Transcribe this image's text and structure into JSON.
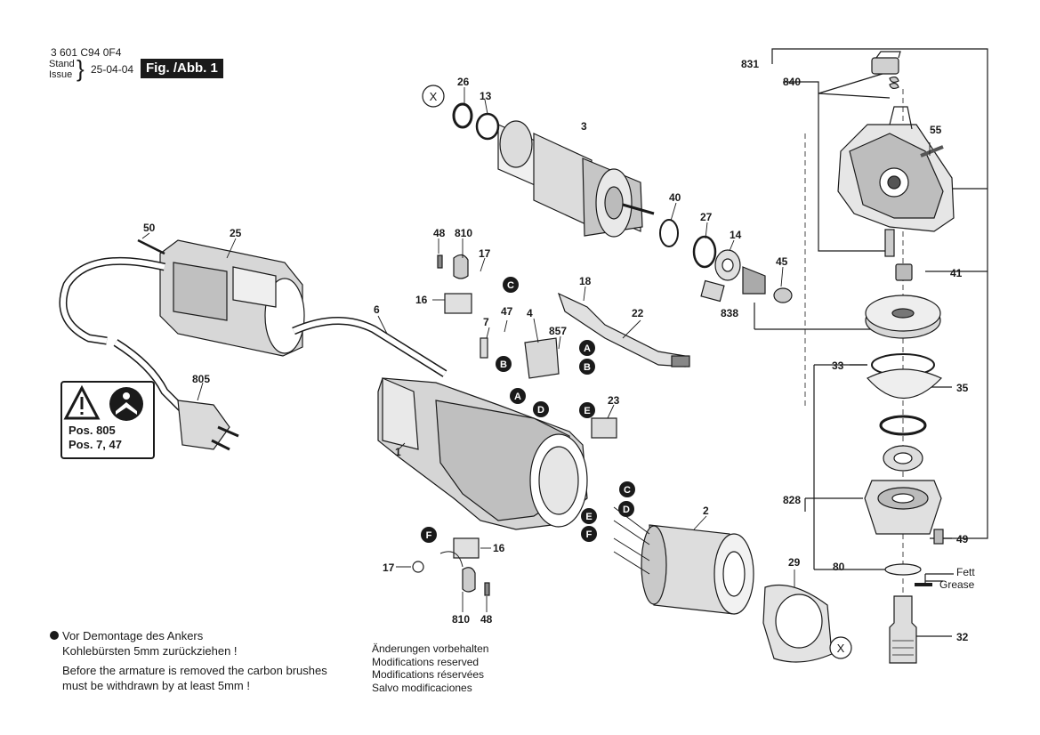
{
  "header": {
    "doc_number": "3 601 C94 0F4",
    "stand_label": "Stand",
    "issue_label": "Issue",
    "date": "25-04-04",
    "figure_label": "Fig. /Abb. 1"
  },
  "warning_box": {
    "line1": "Pos. 805",
    "line2": "Pos. 7, 47"
  },
  "notes": {
    "de_line1": "Vor Demontage des Ankers",
    "de_line2": "Kohlebürsten 5mm zurückziehen !",
    "en_line1": "Before the armature is removed the carbon brushes",
    "en_line2": "must be withdrawn by at least 5mm !"
  },
  "modifications": [
    "Änderungen vorbehalten",
    "Modifications reserved",
    "Modifications réservées",
    "Salvo modificaciones"
  ],
  "grease_note": {
    "de": "Fett",
    "en": "Grease"
  },
  "part_labels": [
    "831",
    "840",
    "55",
    "41",
    "838",
    "45",
    "14",
    "27",
    "40",
    "3",
    "13",
    "26",
    "X",
    "50",
    "25",
    "48",
    "810",
    "17",
    "16",
    "18",
    "22",
    "4",
    "857",
    "7",
    "47",
    "6",
    "805",
    "23",
    "1",
    "2",
    "29",
    "X",
    "16",
    "17",
    "810",
    "48",
    "33",
    "35",
    "828",
    "49",
    "80",
    "32"
  ],
  "circle_markers": [
    "C",
    "A",
    "B",
    "B",
    "A",
    "D",
    "E",
    "C",
    "D",
    "E",
    "F",
    "F"
  ],
  "colors": {
    "ink": "#1a1a1a",
    "paper": "#ffffff",
    "marker_fill": "#1a1a1a",
    "marker_text": "#ffffff"
  }
}
